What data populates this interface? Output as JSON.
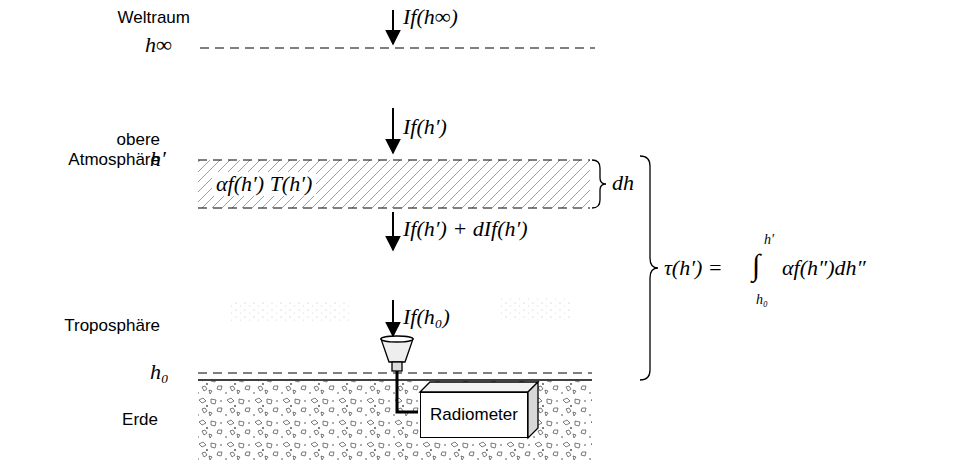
{
  "diagram": {
    "nodes": [
      {
        "text": [
          "αf(h′) T(h′)"
        ]
      },
      {
        "text": [
          "Radiometer"
        ]
      }
    ],
    "labels": [
      "Weltraum",
      "obere Atmosphäre",
      "Troposphäre",
      "Erde",
      "h∞",
      "h′",
      "h₀",
      "If(h∞)",
      "If(h′)",
      "If(h′) + dIf(h′)",
      "If(h₀)",
      "dh",
      "τ(h′) =",
      "∫",
      "h′",
      "h₀",
      "αf(h″)dh″"
    ]
  }
}
